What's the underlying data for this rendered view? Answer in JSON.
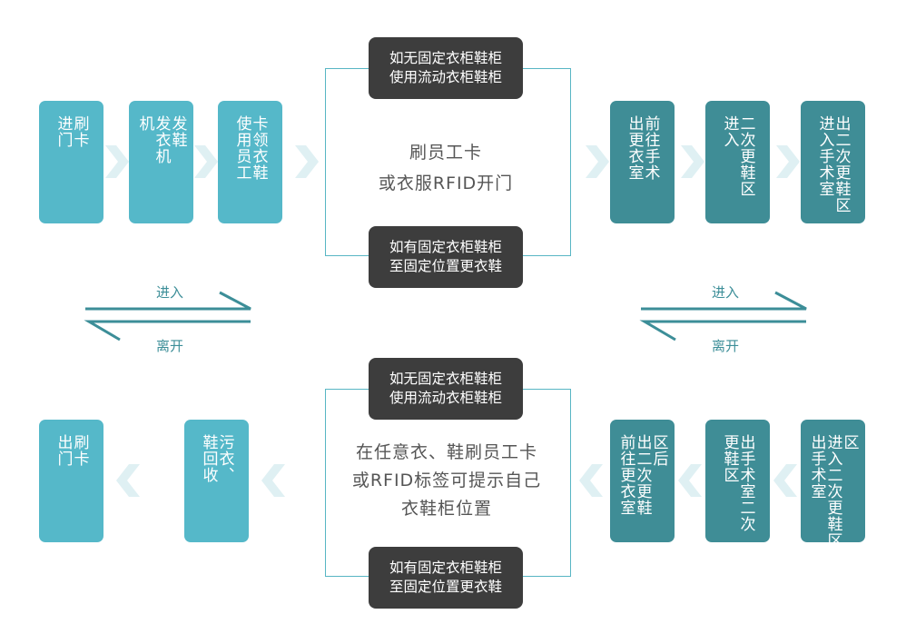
{
  "colors": {
    "light_box": "#55b8c9",
    "dark_box": "#3f8d96",
    "note_box": "#3d3d3d",
    "bracket": "#58b6c4",
    "arrow": "#3c8e98"
  },
  "top_row": {
    "left_boxes": [
      {
        "columns": [
          "刷卡",
          "进门"
        ]
      },
      {
        "columns": [
          "发鞋",
          "发衣机",
          "机"
        ]
      },
      {
        "columns": [
          "卡领衣鞋",
          "使用员工"
        ]
      }
    ],
    "center": {
      "note_top": [
        "如无固定衣柜鞋柜",
        "使用流动衣柜鞋柜"
      ],
      "text": [
        "刷员工卡",
        "或衣服RFID开门"
      ],
      "note_bottom": [
        "如有固定衣柜鞋柜",
        "至固定位置更衣鞋"
      ]
    },
    "right_boxes": [
      {
        "columns": [
          "前往手术",
          "出更衣室"
        ]
      },
      {
        "columns": [
          "二次更鞋区",
          "进入"
        ]
      },
      {
        "columns": [
          "出二次更鞋区",
          "进入手术室"
        ]
      }
    ]
  },
  "middle": {
    "left_enter": "进入",
    "left_leave": "离开",
    "right_enter": "进入",
    "right_leave": "离开"
  },
  "bottom_row": {
    "left_boxes": [
      {
        "columns": [
          "刷卡",
          "出门"
        ]
      },
      {
        "columns": [
          "污衣、",
          "鞋回收"
        ]
      }
    ],
    "center": {
      "note_top": [
        "如无固定衣柜鞋柜",
        "使用流动衣柜鞋柜"
      ],
      "text": [
        "在任意衣、鞋刷员工卡",
        "或RFID标签可提示自己",
        "衣鞋柜位置"
      ],
      "note_bottom": [
        "如有固定衣柜鞋柜",
        "至固定位置更衣鞋"
      ]
    },
    "right_boxes": [
      {
        "columns": [
          "区后",
          "出二次更鞋",
          "前往更衣室"
        ]
      },
      {
        "columns": [
          "出手术室二次",
          "更鞋区"
        ]
      },
      {
        "columns": [
          "区",
          "进入二次更鞋区，",
          "出手术室"
        ]
      }
    ]
  }
}
